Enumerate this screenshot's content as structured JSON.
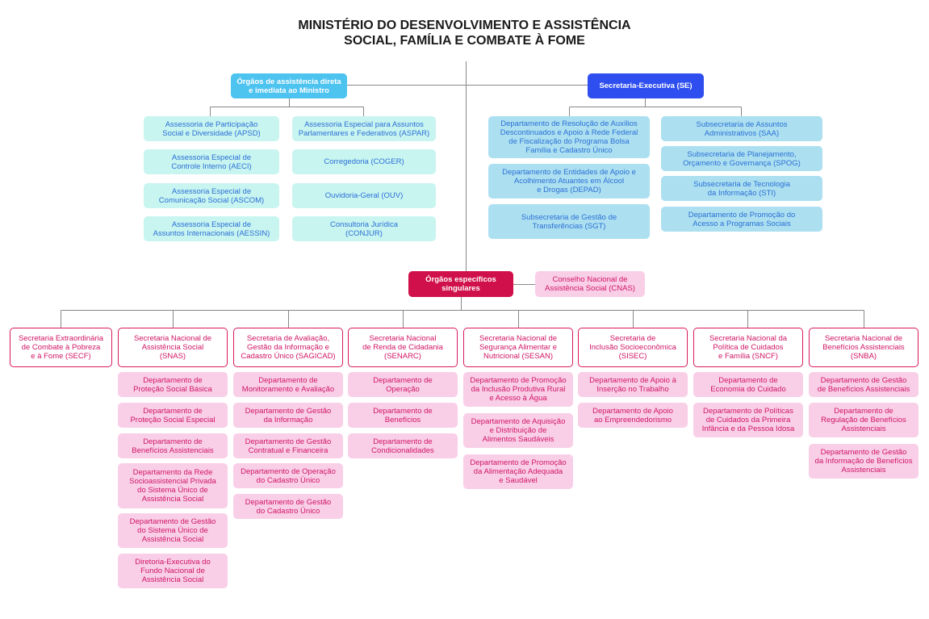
{
  "title": {
    "line1": "MINISTÉRIO DO DESENVOLVIMENTO E ASSISTÊNCIA",
    "line2": "SOCIAL, FAMÍLIA E COMBATE À FOME"
  },
  "colors": {
    "lightblue_header": "#4dc3f0",
    "se_header": "#2f4ef0",
    "teal_box": "#c8f5f0",
    "blue_box": "#ace0f0",
    "crimson_header": "#d0104a",
    "pink_box": "#f9cfe8",
    "pink_text": "#d01565",
    "blue_text": "#2b6fd6",
    "line": "#888888"
  },
  "direct": {
    "header": "Órgãos de assistência direta\ne imediata ao Ministro",
    "left": [
      "Assessoria de Participação\nSocial e Diversidade (APSD)",
      "Assessoria Especial de\nControle Interno (AECI)",
      "Assessoria Especial de\nComunicação Social (ASCOM)",
      "Assessoria Especial de\nAssuntos Internacionais (AESSIN)"
    ],
    "right": [
      "Assessoria Especial para Assuntos\nParlamentares e Federativos (ASPAR)",
      "Corregedoria (COGER)",
      "Ouvidoria-Geral (OUV)",
      "Consultoria Jurídica\n(CONJUR)"
    ]
  },
  "se": {
    "header": "Secretaria-Executiva (SE)",
    "left": [
      "Departamento de Resolução de Auxílios\nDescontinuados e Apoio à Rede Federal\nde Fiscalização do Programa Bolsa\nFamília e Cadastro Único",
      "Departamento de Entidades de Apoio e\nAcolhimento Atuantes em Álcool\ne Drogas (DEPAD)",
      "Subsecretaria de Gestão de\nTransferências (SGT)"
    ],
    "right": [
      "Subsecretaria de Assuntos\nAdministrativos (SAA)",
      "Subsecretaria de Planejamento,\nOrçamento e Governança (SPOG)",
      "Subsecretaria de Tecnologia\nda Informação (STI)",
      "Departamento de Promoção do\nAcesso a Programas Sociais"
    ]
  },
  "specific": {
    "header": "Órgãos específicos\nsingulares",
    "council": "Conselho Nacional de\nAssistência Social (CNAS)"
  },
  "secretariats": [
    {
      "name": "Secretaria Extraordinária\nde Combate à Pobreza\ne à Fome (SECF)",
      "depts": []
    },
    {
      "name": "Secretaria Nacional de\nAssistência Social\n(SNAS)",
      "depts": [
        "Departamento de\nProteção Social Básica",
        "Departamento de\nProteção Social Especial",
        "Departamento de\nBenefícios Assistenciais",
        "Departamento da Rede\nSocioassistencial Privada\ndo Sistema Único de\nAssistência Social",
        "Departamento de Gestão\ndo Sistema Único de\nAssistência Social",
        "Diretoria-Executiva do\nFundo Nacional de\nAssistência Social"
      ]
    },
    {
      "name": "Secretaria de Avaliação,\nGestão da Informação e\nCadastro Único (SAGICAD)",
      "depts": [
        "Departamento de\nMonitoramento e Avaliação",
        "Departamento de Gestão\nda Informação",
        "Departamento de Gestão\nContratual e Financeira",
        "Departamento de Operação\ndo Cadastro Único",
        "Departamento de Gestão\ndo Cadastro Único"
      ]
    },
    {
      "name": "Secretaria Nacional\nde Renda de Cidadania\n(SENARC)",
      "depts": [
        "Departamento de\nOperação",
        "Departamento de\nBenefícios",
        "Departamento de\nCondicionalidades"
      ]
    },
    {
      "name": "Secretaria Nacional de\nSegurança Alimentar e\nNutricional (SESAN)",
      "depts": [
        "Departamento de Promoção\nda Inclusão Produtiva Rural\ne Acesso à Água",
        "Departamento de Aquisição\ne Distribuição de\nAlimentos Saudáveis",
        "Departamento de Promoção\nda Alimentação Adequada\ne Saudável"
      ]
    },
    {
      "name": "Secretaria de\nInclusão Socioeconômica\n(SISEC)",
      "depts": [
        "Departamento de Apoio à\nInserção no Trabalho",
        "Departamento de Apoio\nao Empreendedorismo"
      ]
    },
    {
      "name": "Secretaria Nacional da\nPolítica de Cuidados\ne Família (SNCF)",
      "depts": [
        "Departamento de\nEconomia do Cuidado",
        "Departamento de Políticas\nde Cuidados da Primeira\nInfância e da Pessoa Idosa"
      ]
    },
    {
      "name": "Secretaria Nacional de\nBenefícios Assistenciais\n(SNBA)",
      "depts": [
        "Departamento de Gestão\nde Benefícios Assistenciais",
        "Departamento de\nRegulação de Benefícios\nAssistenciais",
        "Departamento de Gestão\nda Informação de Benefícios\nAssistenciais"
      ]
    }
  ]
}
